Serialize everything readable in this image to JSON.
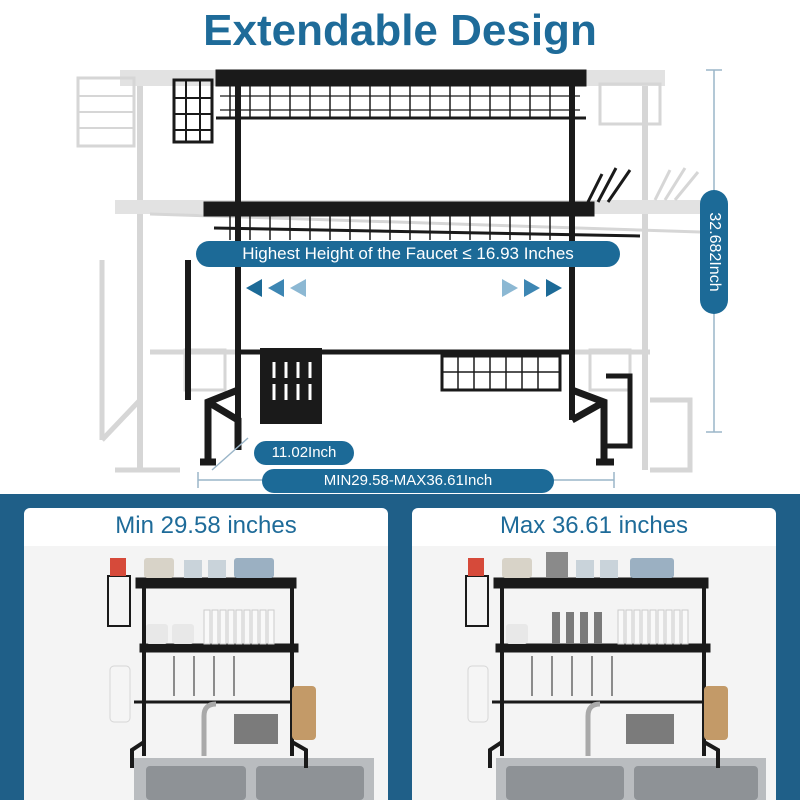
{
  "title": "Extendable Design",
  "hero": {
    "faucet_label": "Highest Height of the Faucet ≤ 16.93 Inches",
    "depth_label": "11.02Inch",
    "width_label": "MIN29.58-MAX36.61Inch",
    "height_label": "32.682Inch"
  },
  "panels": [
    {
      "title": "Min 29.58 inches"
    },
    {
      "title": "Max 36.61 inches"
    }
  ],
  "colors": {
    "accent": "#1e6b99",
    "band": "#1f5f88",
    "rack": "#1a1a1a",
    "ghost": "#d4d4d4"
  }
}
